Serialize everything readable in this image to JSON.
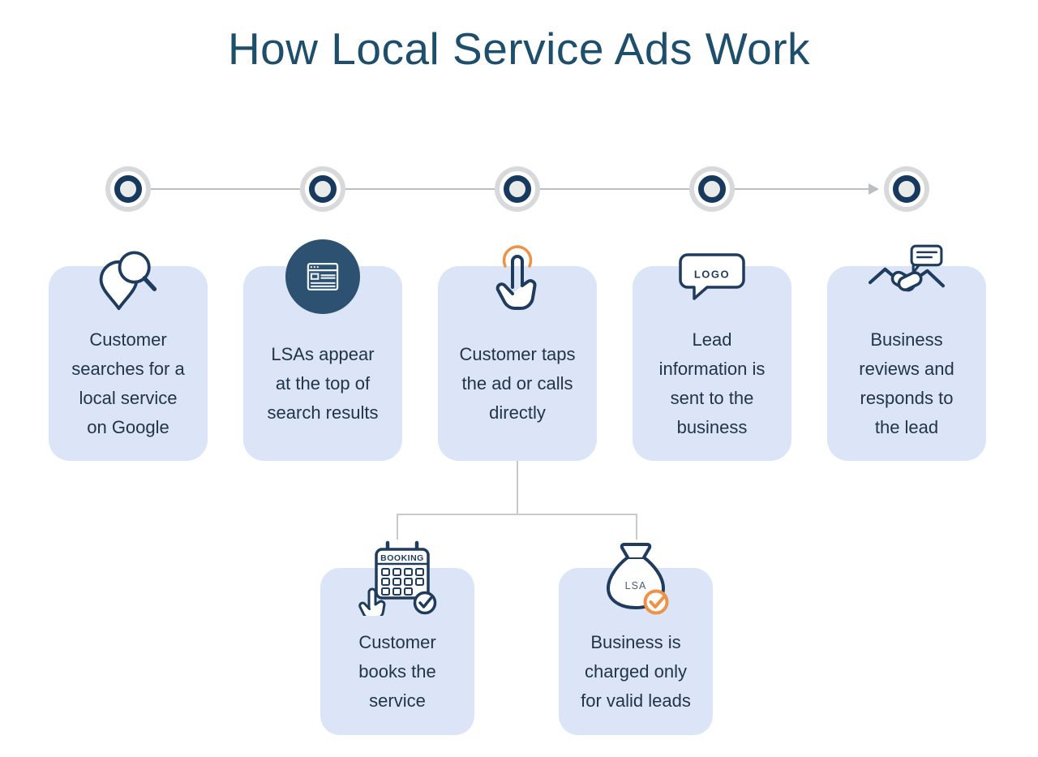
{
  "title": "How Local Service Ads Work",
  "colors": {
    "title": "#1d4e6b",
    "card_bg": "#dbe5f7",
    "icon_navy": "#1f3b5e",
    "icon_circle_bg": "#2d5170",
    "accent_orange": "#ee9247",
    "timeline_line": "#bcbfc2",
    "text": "#22344a"
  },
  "steps": [
    {
      "id": 1,
      "icon": "search-location-icon",
      "label": "Customer\nsearches for a\nlocal service\non Google"
    },
    {
      "id": 2,
      "icon": "browser-results-icon",
      "label": "LSAs appear\nat the top of\nsearch results"
    },
    {
      "id": 3,
      "icon": "tap-hand-icon",
      "label": "Customer taps\nthe ad or calls\ndirectly"
    },
    {
      "id": 4,
      "icon": "logo-speech-bubble-icon",
      "label": "Lead\ninformation is\nsent to the\nbusiness"
    },
    {
      "id": 5,
      "icon": "handshake-icon",
      "label": "Business\nreviews and\nresponds to\nthe lead"
    }
  ],
  "branches": [
    {
      "icon": "booking-calendar-icon",
      "label": "Customer\nbooks the\nservice"
    },
    {
      "icon": "money-bag-lsa-icon",
      "label": "Business is\ncharged only\nfor valid leads"
    }
  ],
  "icon_texts": {
    "logo_bubble": "LOGO",
    "booking_header": "BOOKING",
    "money_bag": "LSA"
  }
}
